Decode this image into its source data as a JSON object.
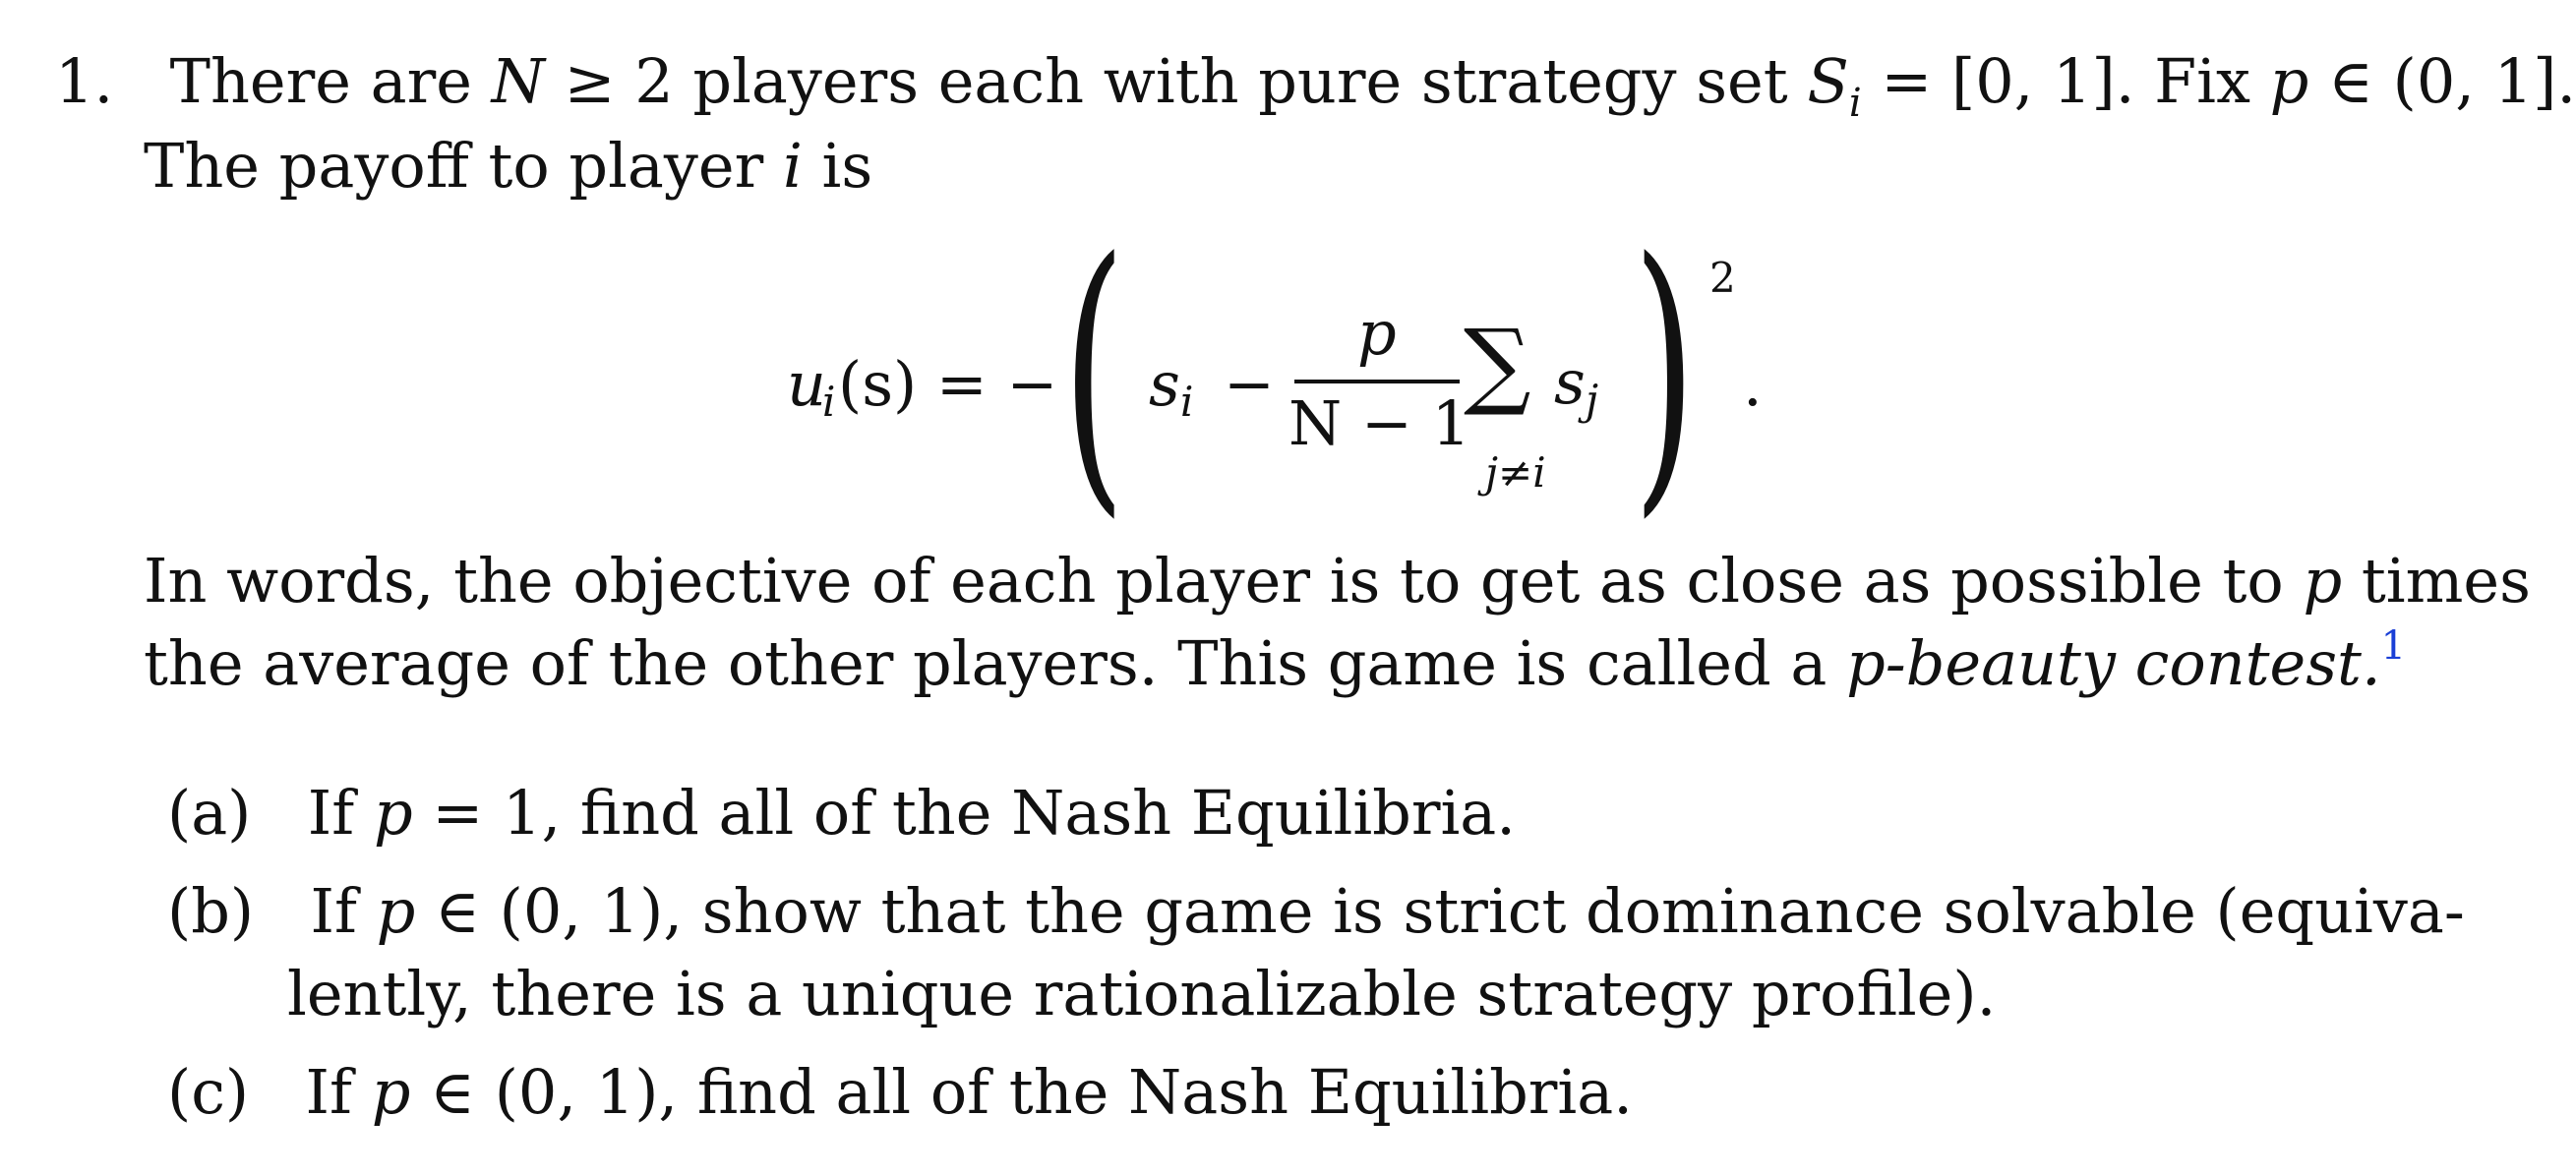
{
  "problem": {
    "number": "1.",
    "line1": {
      "t1": "There are ",
      "N": "N",
      "t2": " ≥ 2 players each with pure strategy set ",
      "S": "S",
      "i": "i",
      "t3": " = [0, 1]. Fix ",
      "p": "p",
      "t4": " ∈ (0, 1]."
    },
    "line2": {
      "t1": "The payoff to player ",
      "i": "i",
      "t2": " is"
    },
    "equation": {
      "lhs_u": "u",
      "lhs_i": "i",
      "lhs_rest": "(s) = −",
      "s": "s",
      "s_sub": "i",
      "minus": "−",
      "numerator": "p",
      "denominator": "N − 1",
      "sigma": "∑",
      "sigma_sub": "j≠i",
      "sj": "s",
      "sj_sub": "j",
      "left_paren": "(",
      "right_paren": ")",
      "exponent": "2",
      "period": "."
    },
    "line3": {
      "t1": "In words, the objective of each player is to get as close as possible to ",
      "p": "p",
      "t2": " times"
    },
    "line4": {
      "t1": "the average of the other players. This game is called a ",
      "it": "p-beauty contest.",
      "footnote": "1"
    },
    "parts": [
      {
        "label": "(a)",
        "t1": "If ",
        "p": "p",
        "t2": " = 1, find all of the Nash Equilibria."
      },
      {
        "label": "(b)",
        "t1": "If ",
        "p": "p",
        "t2": " ∈ (0, 1), show that the game is strict dominance solvable (equiva-",
        "cont": "lently, there is a unique rationalizable strategy profile)."
      },
      {
        "label": "(c)",
        "t1": "If ",
        "p": "p",
        "t2": " ∈ (0, 1), find all of the Nash Equilibria."
      }
    ]
  },
  "colors": {
    "text": "#111111",
    "footnote_link": "#1a3fd6"
  }
}
